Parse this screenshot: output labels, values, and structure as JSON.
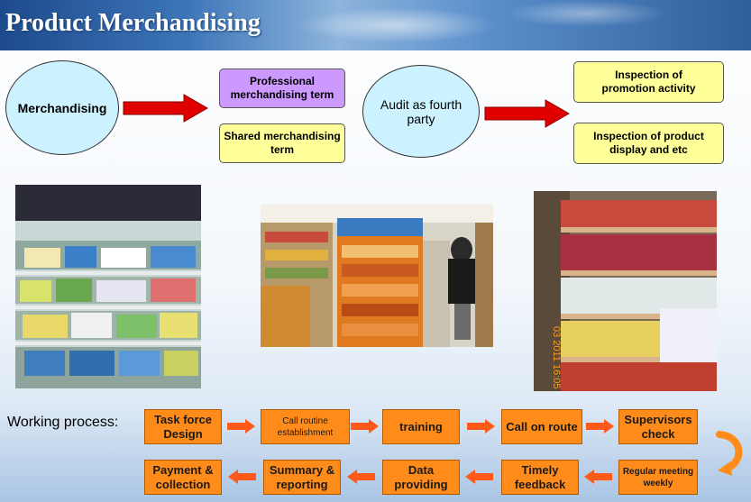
{
  "header": {
    "title": "Product Merchandising"
  },
  "diagram": {
    "merchandising": "Merchandising",
    "professional_term": "Professional merchandising term",
    "shared_term": "Shared merchandising term",
    "audit": "Audit as fourth party",
    "inspection_promotion": "Inspection of promotion activity",
    "inspection_display": "Inspection of product display and etc"
  },
  "process": {
    "label": "Working process:",
    "steps": [
      "Task force Design",
      "Call routine establishment",
      "training",
      "Call on route",
      "Supervisors check",
      "Regular meeting weekly",
      "Timely feedback",
      "Data providing",
      "Summary & reporting",
      "Payment & collection"
    ]
  },
  "photos": {
    "photo3_stamp": "03 2011 16:05"
  },
  "colors": {
    "header_blue": "#2f5e9c",
    "ellipse_fill": "#ccf2ff",
    "yellow_box": "#ffff99",
    "purple_box": "#cc99ff",
    "arrow_red": "#e00000",
    "process_orange": "#ff8c1a"
  }
}
